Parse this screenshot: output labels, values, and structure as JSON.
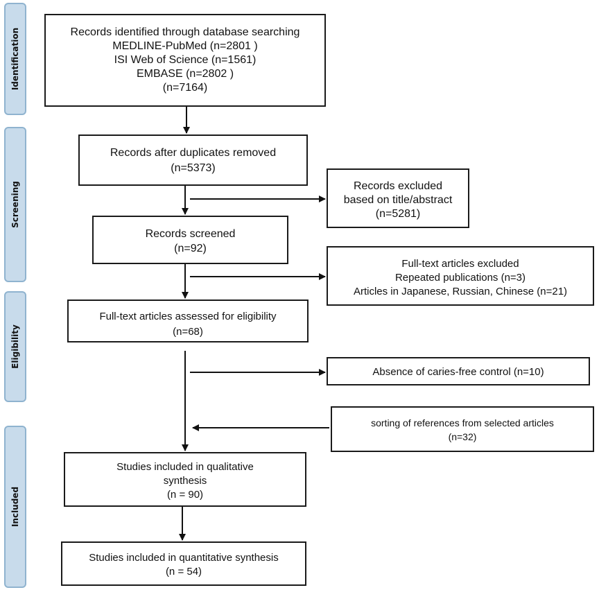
{
  "phases": [
    "Identification",
    "Screening",
    "Eligibility",
    "Included"
  ],
  "boxes": {
    "identified": [
      "Records identified through database searching",
      "MEDLINE-PubMed  (n=2801 )",
      "ISI Web of Science (n=1561)",
      "EMBASE (n=2802 )",
      "(n=7164)"
    ],
    "duplicates_removed": [
      "Records after duplicates removed",
      "(n=5373)"
    ],
    "excluded_title": [
      "Records excluded",
      "based on title/abstract",
      "(n=5281)"
    ],
    "screened": [
      "Records screened",
      "(n=92)"
    ],
    "fulltext_excluded": [
      "Full-text articles excluded",
      "Repeated publications  (n=3)",
      "Articles in Japanese, Russian, Chinese (n=21)"
    ],
    "eligibility": [
      "Full-text articles assessed for eligibility",
      "(n=68)"
    ],
    "absence_control": [
      "Absence of caries-free control (n=10)"
    ],
    "references": [
      "sorting of references from selected articles",
      "(n=32)"
    ],
    "qualitative": [
      "Studies included in qualitative",
      "synthesis",
      "(n = 90)"
    ],
    "quantitative": [
      "Studies included in quantitative synthesis",
      "(n = 54)"
    ]
  }
}
